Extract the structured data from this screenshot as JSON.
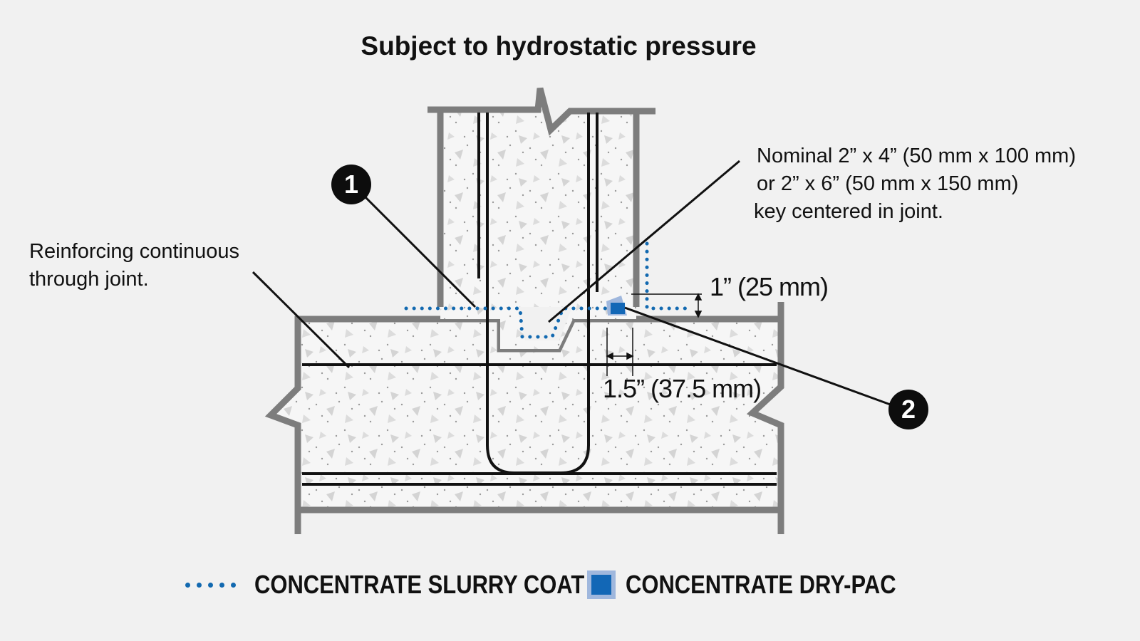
{
  "title": "Subject to hydrostatic pressure",
  "callouts": {
    "key": {
      "line1": "Nominal 2” x 4” (50 mm x 100 mm)",
      "line2": "or 2” x 6” (50 mm x 150 mm)",
      "line3": "key centered in joint."
    },
    "reinforcing": {
      "line1": "Reinforcing continuous",
      "line2": "through joint."
    }
  },
  "dimensions": {
    "vertical": "1” (25 mm)",
    "horizontal": "1.5” (37.5 mm)"
  },
  "markers": {
    "one": "1",
    "two": "2"
  },
  "legend": {
    "slurry": {
      "label": "CONCENTRATE SLURRY COAT",
      "icon": "dotted-line-icon"
    },
    "drypac": {
      "label": "CONCENTRATE DRY-PAC",
      "icon": "blue-square-icon"
    }
  },
  "colors": {
    "background": "#f1f1f1",
    "concrete_outline": "#7d7d7d",
    "slurry_blue": "#1269b0",
    "drypac_blue": "#1267b6",
    "drypac_border": "#9fb7dd"
  }
}
